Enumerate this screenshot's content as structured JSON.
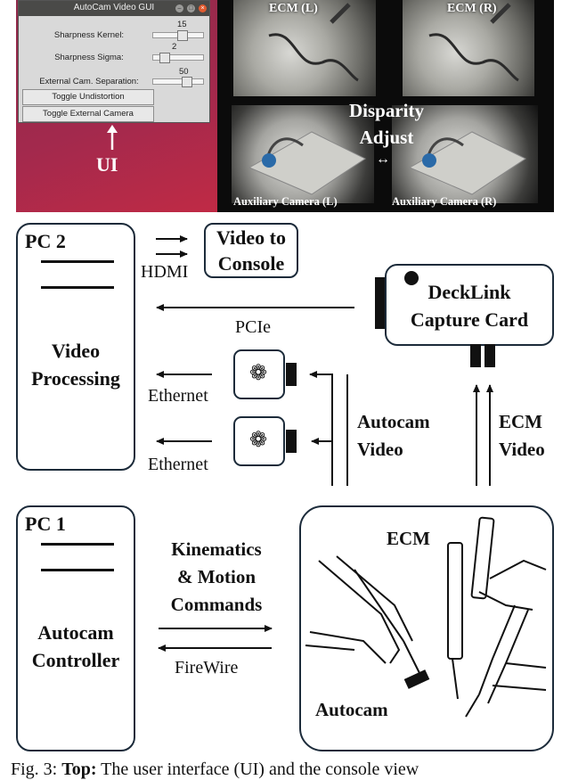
{
  "gui": {
    "window_title": "AutoCam Video GUI",
    "sliders": [
      {
        "label": "Sharpness Kernel:",
        "value": "15"
      },
      {
        "label": "Sharpness Sigma:",
        "value": "2"
      },
      {
        "label": "External Cam. Separation:",
        "value": "50"
      }
    ],
    "buttons": [
      "Toggle Undistortion",
      "Toggle External Camera"
    ],
    "ui_label": "UI"
  },
  "cameras": {
    "ecm_left": "ECM (L)",
    "ecm_right": "ECM (R)",
    "disparity_line1": "Disparity",
    "disparity_line2": "Adjust",
    "aux_left": "Auxiliary Camera (L)",
    "aux_right": "Auxiliary Camera (R)"
  },
  "diagram": {
    "pc2_title": "PC 2",
    "pc2_line1": "Video",
    "pc2_line2": "Processing",
    "video_console_line1": "Video to",
    "video_console_line2": "Console",
    "hdmi": "HDMI",
    "decklink_line1": "DeckLink",
    "decklink_line2": "Capture Card",
    "pcie": "PCIe",
    "ethernet_1": "Ethernet",
    "ethernet_2": "Ethernet",
    "autocam_video_line1": "Autocam",
    "autocam_video_line2": "Video",
    "ecm_video_line1": "ECM",
    "ecm_video_line2": "Video",
    "pc1_title": "PC 1",
    "pc1_line1": "Autocam",
    "pc1_line2": "Controller",
    "kin_line1": "Kinematics",
    "kin_line2": "& Motion",
    "kin_line3": "Commands",
    "firewire": "FireWire",
    "robot_ecm": "ECM",
    "robot_autocam": "Autocam"
  },
  "caption": {
    "prefix": "Fig. 3: ",
    "bold": "Top:",
    "rest": " The user interface (UI) and the console view"
  }
}
